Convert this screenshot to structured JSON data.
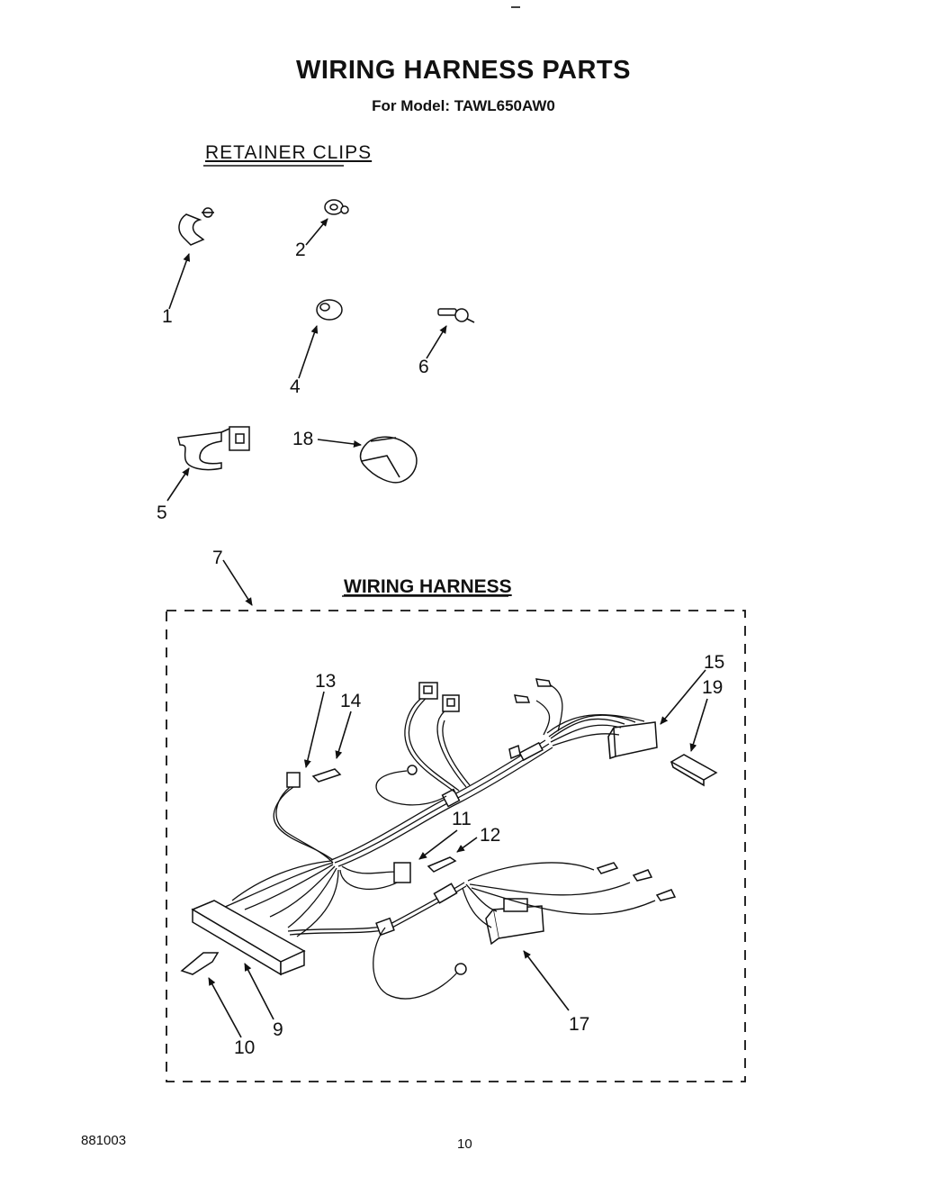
{
  "title": "WIRING HARNESS PARTS",
  "model_line": "For Model: TAWL650AW0",
  "sections": {
    "retainer_clips": "RETAINER CLIPS",
    "wiring_harness": "WIRING HARNESS"
  },
  "callouts": {
    "c1": "1",
    "c2": "2",
    "c4": "4",
    "c5": "5",
    "c6": "6",
    "c7": "7",
    "c9": "9",
    "c10": "10",
    "c11": "11",
    "c12": "12",
    "c13": "13",
    "c14": "14",
    "c15": "15",
    "c17": "17",
    "c18": "18",
    "c19": "19"
  },
  "footer": {
    "code": "881003",
    "page": "10"
  },
  "icons": [
    "retainer-clip-1-icon",
    "retainer-clip-2-icon",
    "retainer-clip-4-icon",
    "retainer-clip-5-icon",
    "retainer-clip-6-icon",
    "sleeve-18-icon",
    "wiring-harness-icon",
    "terminal-icon",
    "connector-icon"
  ]
}
